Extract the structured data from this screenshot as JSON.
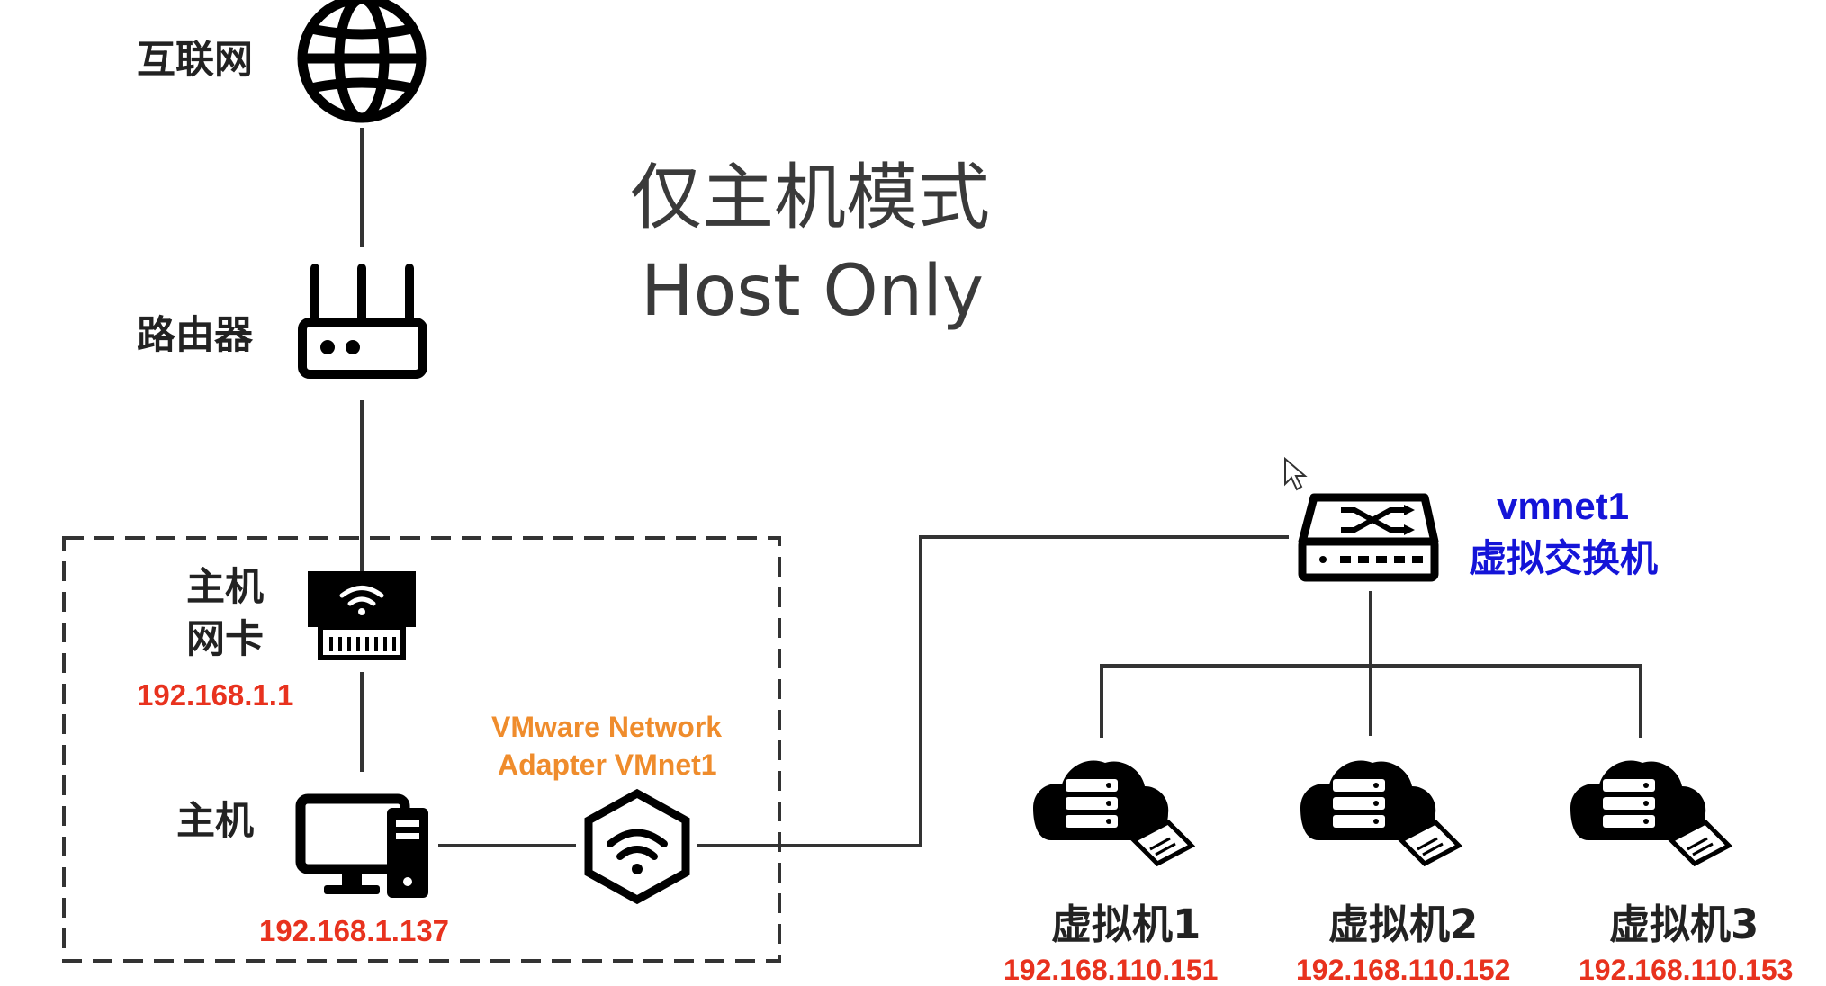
{
  "title": {
    "line1": "仅主机模式",
    "line2": "Host Only"
  },
  "nodes": {
    "internet": {
      "label": "互联网",
      "icon": "globe-icon"
    },
    "router": {
      "label": "路由器",
      "icon": "router-icon"
    },
    "host_nic": {
      "label_line1": "主机",
      "label_line2": "网卡",
      "ip": "192.168.1.1",
      "icon": "network-card-icon"
    },
    "host": {
      "label": "主机",
      "ip": "192.168.1.137",
      "icon": "desktop-computer-icon"
    },
    "vmnet_adapter": {
      "label_line1": "VMware Network",
      "label_line2": "Adapter VMnet1",
      "icon": "wifi-hexagon-icon"
    },
    "vswitch": {
      "label_line1": "vmnet1",
      "label_line2": "虚拟交换机",
      "icon": "network-switch-icon"
    },
    "vms": [
      {
        "label": "虚拟机1",
        "ip": "192.168.110.151",
        "icon": "cloud-server-icon"
      },
      {
        "label": "虚拟机2",
        "ip": "192.168.110.152",
        "icon": "cloud-server-icon"
      },
      {
        "label": "虚拟机3",
        "ip": "192.168.110.153",
        "icon": "cloud-server-icon"
      }
    ]
  },
  "colors": {
    "ip_text": "#e8321e",
    "adapter_text": "#ef8c2c",
    "switch_text": "#1414d8",
    "icon": "#000000",
    "lines": "#333333"
  }
}
